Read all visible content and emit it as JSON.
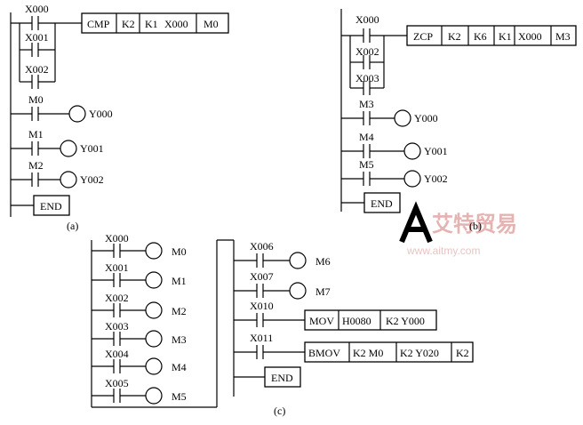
{
  "diagram_a": {
    "caption": "(a)",
    "contacts": [
      "X000",
      "X001",
      "X002",
      "M0",
      "M1",
      "M2"
    ],
    "outputs": [
      "Y000",
      "Y001",
      "Y002"
    ],
    "instruction": [
      "CMP",
      "K2",
      "K1",
      "X000",
      "M0"
    ],
    "end": "END"
  },
  "diagram_b": {
    "caption": "(b)",
    "contacts": [
      "X000",
      "X002",
      "X003",
      "M3",
      "M4",
      "M5"
    ],
    "outputs": [
      "Y000",
      "Y001",
      "Y002"
    ],
    "instruction": [
      "ZCP",
      "K2",
      "K6",
      "K1",
      "X000",
      "M3"
    ],
    "end": "END"
  },
  "diagram_c": {
    "caption": "(c)",
    "left_contacts": [
      "X000",
      "X001",
      "X002",
      "X003",
      "X004",
      "X005"
    ],
    "left_coils": [
      "M0",
      "M1",
      "M2",
      "M3",
      "M4",
      "M5"
    ],
    "right_contacts": [
      "X006",
      "X007",
      "X010",
      "X011"
    ],
    "right_coils": [
      "M6",
      "M7"
    ],
    "mov_instruction": [
      "MOV",
      "H0080",
      "K2 Y000"
    ],
    "bmov_instruction": [
      "BMOV",
      "K2 M0",
      "K2 Y020",
      "K2"
    ],
    "end": "END"
  },
  "watermark": {
    "logo_letter": "A",
    "brand": "艾特贸易",
    "url": "www.aitmy.com"
  }
}
